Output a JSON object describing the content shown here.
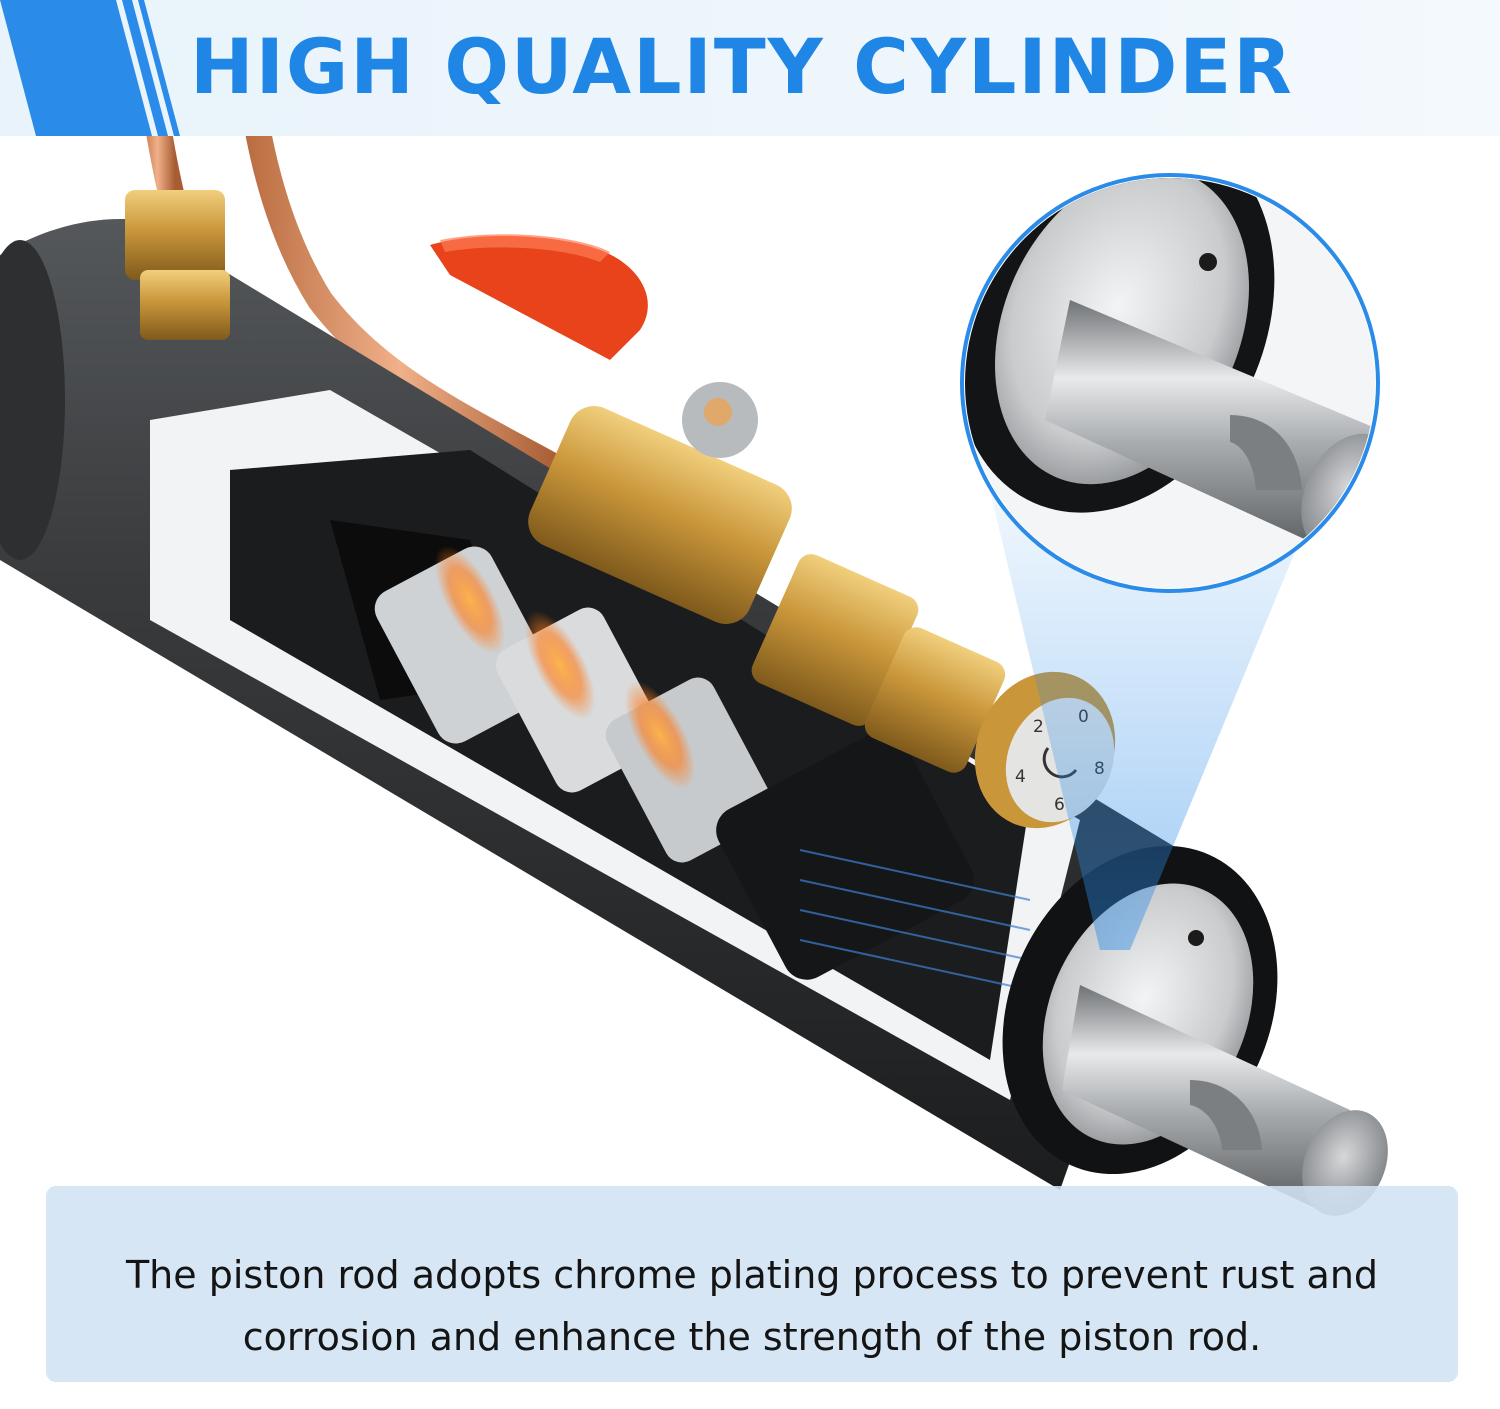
{
  "header": {
    "title": "HIGH QUALITY CYLINDER"
  },
  "caption": {
    "text": "The piston rod adopts chrome plating process to prevent rust and corrosion and enhance the strength of the piston rod."
  },
  "valve_dial": {
    "markings": [
      "0",
      "2",
      "4",
      "6",
      "8"
    ]
  },
  "colors": {
    "title_blue": "#1f86e6",
    "stripe_blue": "#2a8be8",
    "caption_panel": "#d0e3f3",
    "valve_handle": "#e8431b",
    "brass": "#c9963a",
    "copper_tube": "#d98a5c",
    "cylinder_body": "#2f3133",
    "chrome_rod": "#b9bcbf"
  }
}
